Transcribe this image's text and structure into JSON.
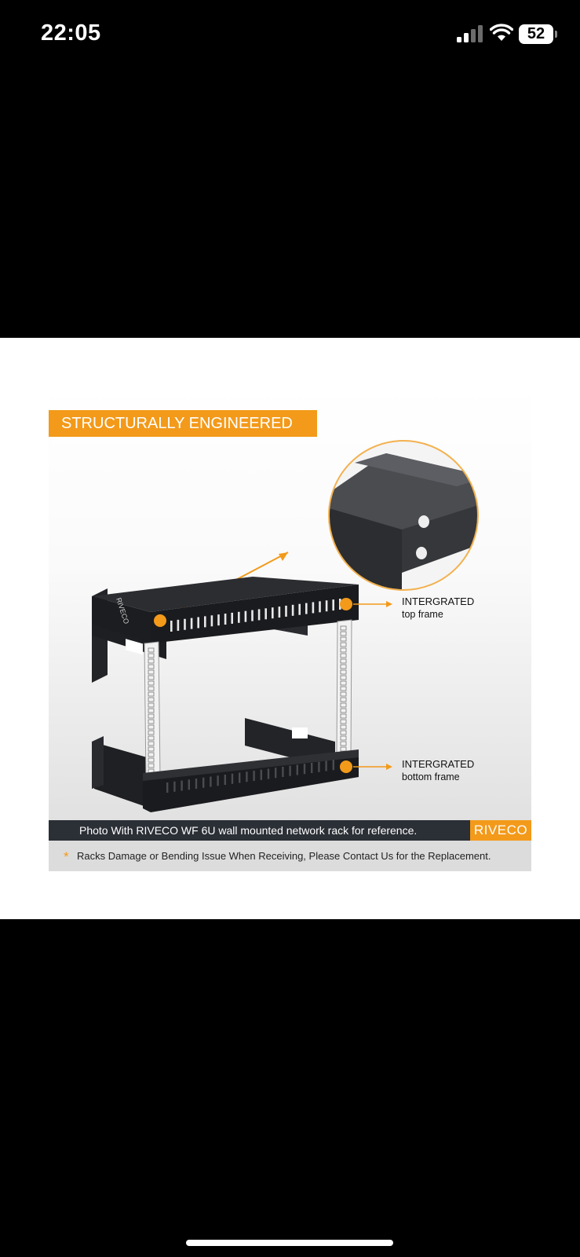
{
  "status_bar": {
    "time": "22:05",
    "battery_level": "52",
    "signal_icon": "cellular-signal-icon",
    "wifi_icon": "wifi-icon"
  },
  "product_image": {
    "headline": "STRUCTURALLY ENGINEERED",
    "callouts": [
      {
        "title": "INTERGRATED",
        "subtitle": "top frame"
      },
      {
        "title": "INTERGRATED",
        "subtitle": "bottom frame"
      }
    ],
    "caption": "Photo With RIVECO WF 6U wall mounted network rack for reference.",
    "brand": "RIVECO",
    "rack_side_label": "RIVECO",
    "notice": "Racks Damage or Bending Issue When Receiving, Please Contact Us for the Replacement.",
    "notice_star": "*"
  },
  "colors": {
    "accent": "#f39a1a",
    "rack": "#1e1f22",
    "caption_bar": "#2b2f36",
    "notice_bar": "#dcdcdc"
  }
}
